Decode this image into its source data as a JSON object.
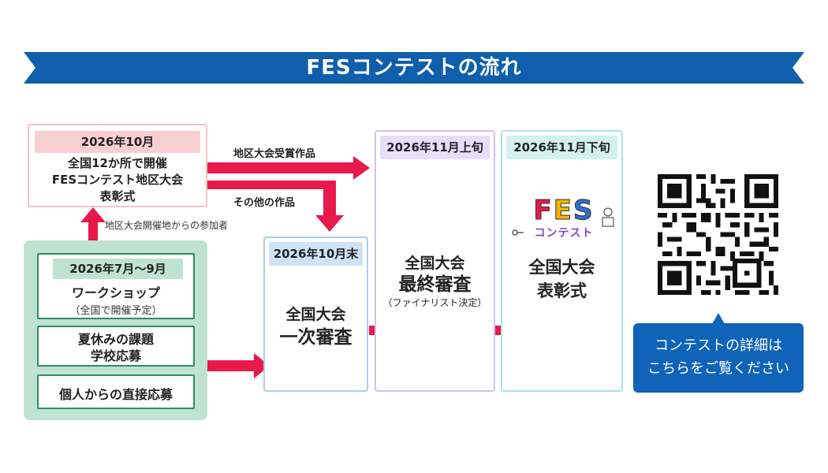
{
  "banner": {
    "title": "FESコンテストの流れ",
    "color": "#0f5fad"
  },
  "regional_award": {
    "date": "2026年10月",
    "lines": [
      "全国12か所で開催",
      "FESコンテスト地区大会",
      "表彰式"
    ]
  },
  "entry_routes": {
    "workshop": {
      "date": "2026年7月〜9月",
      "title": "ワークショップ",
      "note": "（全国で開催予定）"
    },
    "summer_homework": {
      "lines": [
        "夏休みの課題",
        "学校応募"
      ]
    },
    "direct": {
      "title": "個人からの直接応募"
    }
  },
  "labels": {
    "to_regional": "地区大会開催地からの参加者",
    "awarded_works": "地区大会受賞作品",
    "other_works": "その他の作品"
  },
  "stages": [
    {
      "date": "2026年10月末",
      "lines": [
        "全国大会",
        "一次審査"
      ],
      "note": ""
    },
    {
      "date": "2026年11月上旬",
      "lines": [
        "全国大会",
        "最終審査"
      ],
      "note": "（ファイナリスト決定）"
    },
    {
      "date": "2026年11月下旬",
      "lines": [
        "全国大会",
        "表彰式"
      ],
      "note": ""
    }
  ],
  "logo": {
    "main": "FES",
    "sub": "コンテスト"
  },
  "qr": {
    "icon": "qr-code-icon"
  },
  "callout": {
    "lines": [
      "コンテストの詳細は",
      "こちらをご覧ください"
    ]
  },
  "colors": {
    "arrow": "#e8194b",
    "pink": "#f3c3c6",
    "green": "#2e8d64",
    "blue_stage": "#a9cdf0",
    "purple_stage": "#cfc4ea",
    "teal_stage": "#a9e2e3",
    "callout": "#0f63b8"
  }
}
